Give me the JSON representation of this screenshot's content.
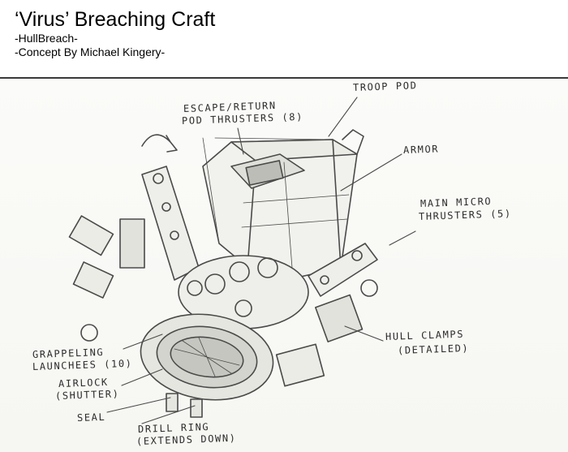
{
  "header": {
    "title": "‘Virus’ Breaching Craft",
    "subtitle": "-HullBreach-",
    "credit": "-Concept By Michael Kingery-"
  },
  "annotations": {
    "troop_pod": "TROOP POD",
    "escape_line1": "ESCAPE/RETURN",
    "escape_line2": "POD THRUSTERS (8)",
    "armor": "ARMOR",
    "micro_line1": "MAIN MICRO",
    "micro_line2": "THRUSTERS (5)",
    "clamps_line1": "HULL CLAMPS",
    "clamps_line2": "(DETAILED)",
    "grapple_line1": "GRAPPELING",
    "grapple_line2": "LAUNCHEES (10)",
    "airlock_line1": "AIRLOCK",
    "airlock_line2": "(SHUTTER)",
    "seal": "SEAL",
    "drill_line1": "DRILL RING",
    "drill_line2": "(EXTENDS DOWN)"
  },
  "colors": {
    "ink": "#2c2c2c",
    "paper": "#f6f6f2",
    "pencil": "#555555"
  }
}
